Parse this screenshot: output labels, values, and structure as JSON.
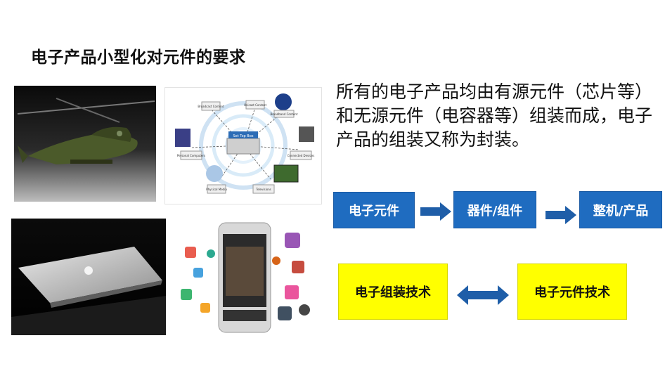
{
  "slide": {
    "title": "电子产品小型化对元件的要求",
    "description": "所有的电子产品均由有源元件（芯片等）和无源元件（电容器等）组装而成，电子产品的组装又称为封装。"
  },
  "flow": {
    "step1": "电子元件",
    "step2": "器件/组件",
    "step3": "整机/产品"
  },
  "relation": {
    "left": "电子组装技术",
    "right": "电子元件技术"
  },
  "diagram_labels": {
    "center": "Set Top Box",
    "top_left": "Broadcast Content",
    "top_mid": "Unicast Content",
    "top_right": "Broadband Content",
    "left": "Personal Computers",
    "right": "Connected Devices",
    "bottom_left": "Physical Media",
    "bottom_right": "Televisions"
  },
  "colors": {
    "blue": "#1f6cc0",
    "yellow": "#ffff00",
    "arrow": "#1f5ea8"
  }
}
